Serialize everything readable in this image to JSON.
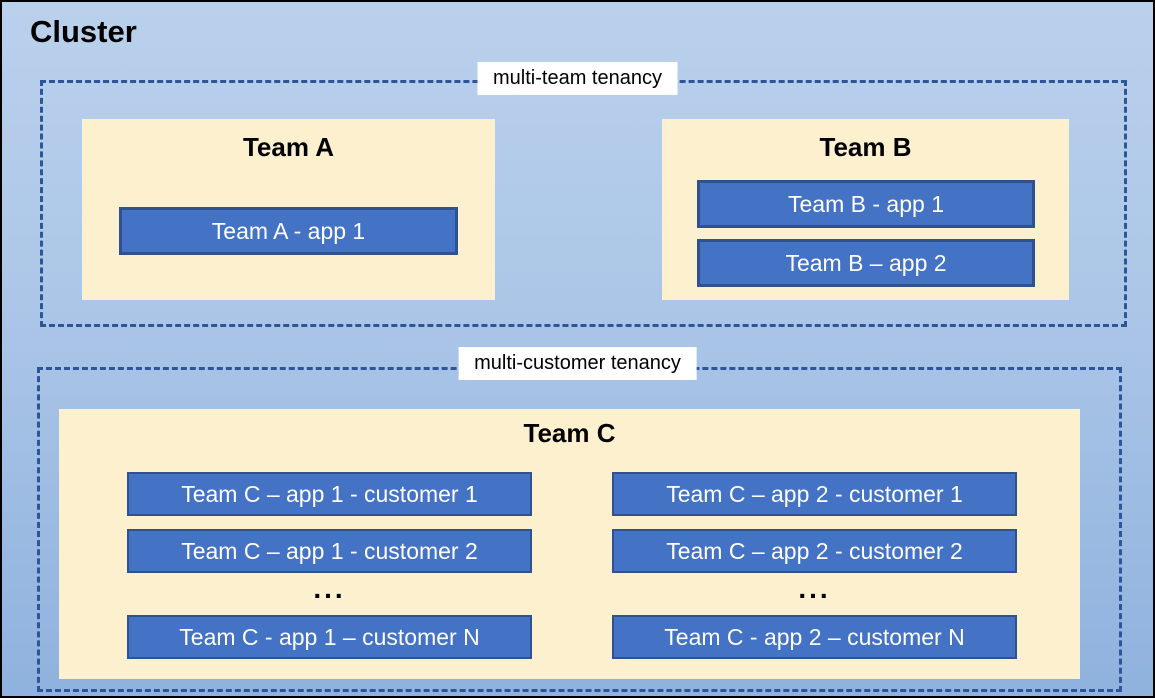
{
  "cluster": {
    "title": "Cluster"
  },
  "multi_team": {
    "label": "multi-team tenancy",
    "teams": [
      {
        "name": "Team A",
        "apps": [
          "Team A - app 1"
        ]
      },
      {
        "name": "Team B",
        "apps": [
          "Team B - app 1",
          "Team B – app 2"
        ]
      }
    ]
  },
  "multi_customer": {
    "label": "multi-customer tenancy",
    "team": {
      "name": "Team C",
      "columns": [
        {
          "apps": [
            "Team C – app 1 - customer 1",
            "Team C – app 1 - customer 2",
            "Team C - app 1 – customer N"
          ],
          "ellipsis": "..."
        },
        {
          "apps": [
            "Team C – app 2 - customer 1",
            "Team C – app 2 - customer 2",
            "Team C - app 2 – customer N"
          ],
          "ellipsis": "..."
        }
      ]
    }
  },
  "colors": {
    "canvas_top": "#bad1ec",
    "canvas_bottom": "#8fb2de",
    "team_fill": "#fdf0ce",
    "app_fill": "#4472c4",
    "app_border": "#2f528f",
    "dashed_border": "#2e5597",
    "outer_border": "#000000",
    "app_text": "#ffffff",
    "label_bg": "#ffffff",
    "title_text": "#000000"
  }
}
